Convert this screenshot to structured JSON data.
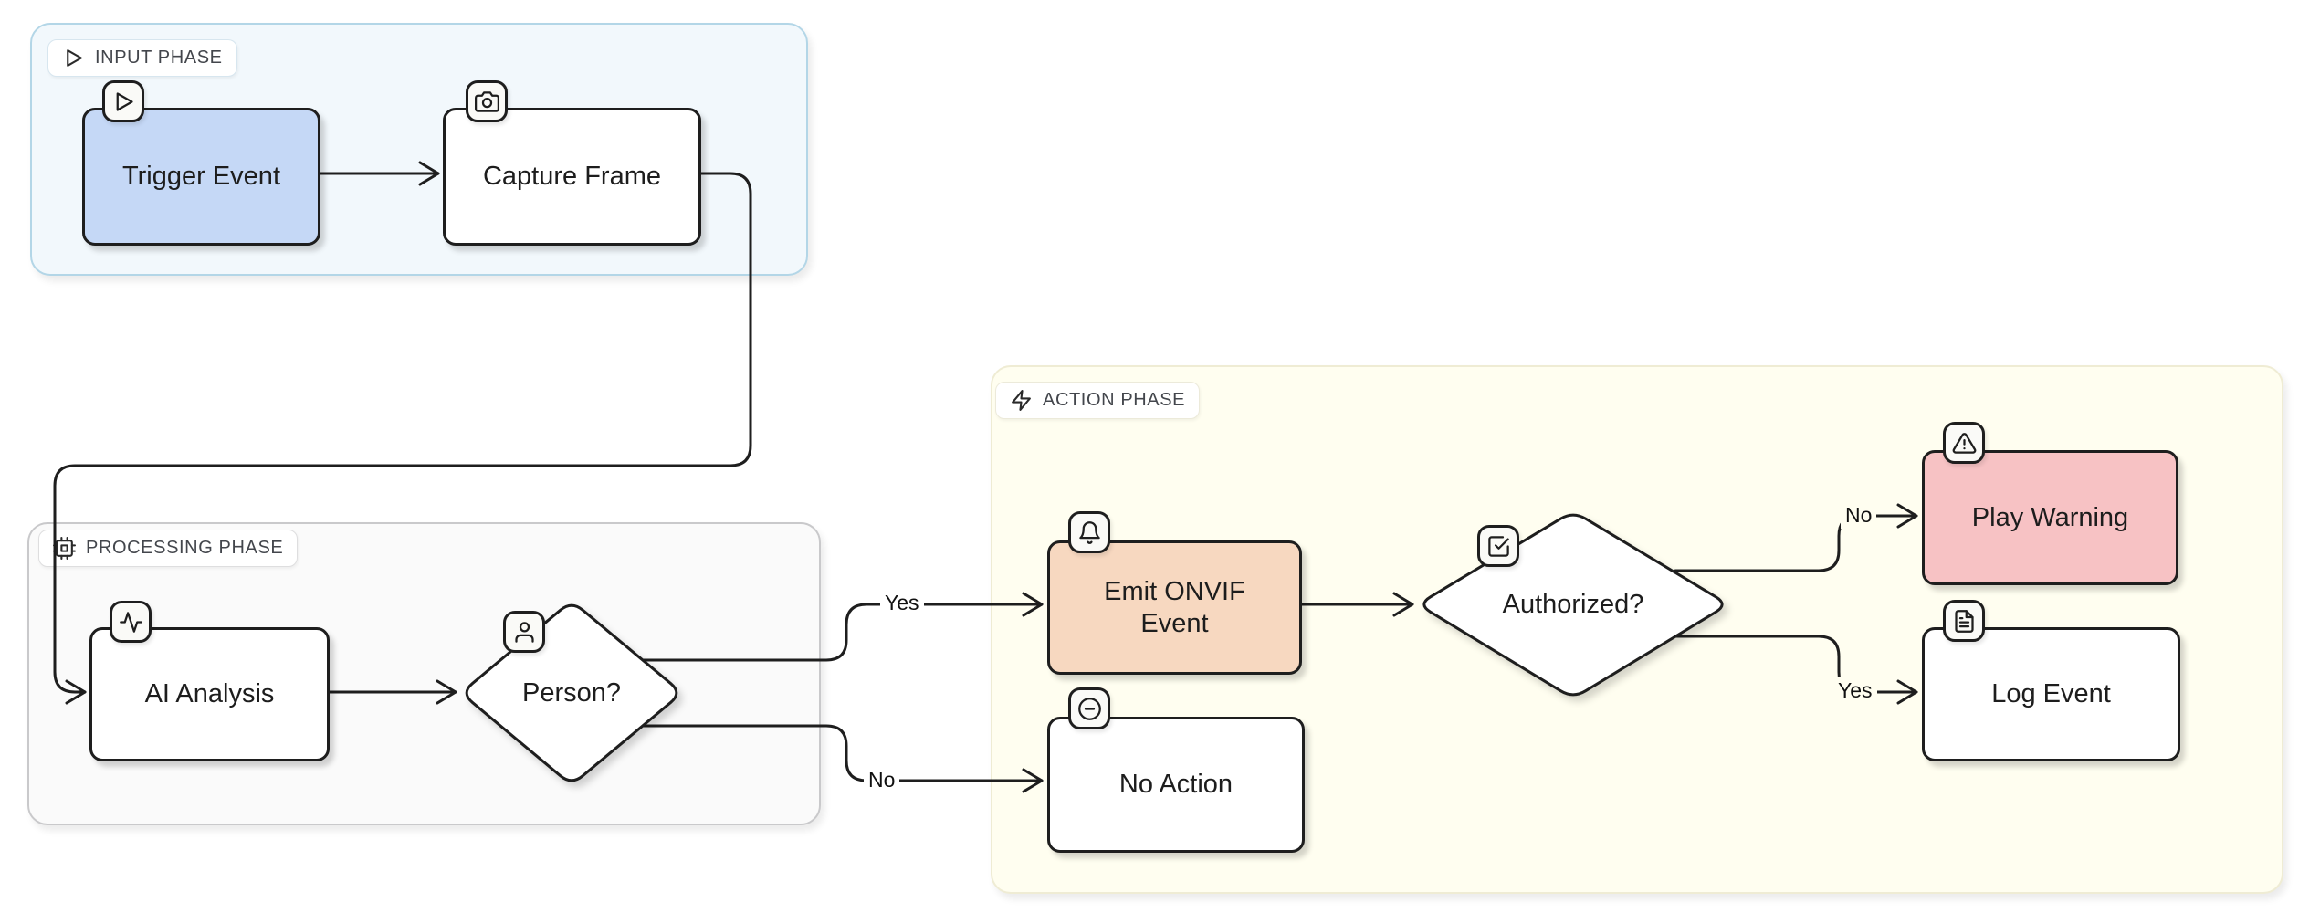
{
  "phases": {
    "input": {
      "label": "INPUT PHASE",
      "icon": "play-icon",
      "bg": "#f2f8fc",
      "border": "#b3d6e7"
    },
    "processing": {
      "label": "PROCESSING PHASE",
      "icon": "cpu-icon",
      "bg": "#fafafa",
      "border": "#c9c9cb"
    },
    "action": {
      "label": "ACTION PHASE",
      "icon": "zap-icon",
      "bg": "#fffef0",
      "border": "#efecd4"
    }
  },
  "nodes": {
    "trigger": {
      "label": "Trigger Event",
      "icon": "play-icon",
      "fill": "#c5d8f6"
    },
    "capture": {
      "label": "Capture Frame",
      "icon": "camera-icon",
      "fill": "#ffffff"
    },
    "ai": {
      "label": "AI Analysis",
      "icon": "activity-icon",
      "fill": "#ffffff"
    },
    "person": {
      "label": "Person?",
      "icon": "user-icon",
      "fill": "#ffffff",
      "shape": "diamond"
    },
    "emit": {
      "label": "Emit ONVIF Event",
      "icon": "bell-icon",
      "fill": "#f7d8c0"
    },
    "noaction": {
      "label": "No Action",
      "icon": "minus-circle-icon",
      "fill": "#ffffff"
    },
    "authorized": {
      "label": "Authorized?",
      "icon": "check-square-icon",
      "fill": "#ffffff",
      "shape": "diamond"
    },
    "warning": {
      "label": "Play Warning",
      "icon": "alert-triangle-icon",
      "fill": "#f7c2c4"
    },
    "log": {
      "label": "Log Event",
      "icon": "file-text-icon",
      "fill": "#ffffff"
    }
  },
  "edge_labels": {
    "person_yes": "Yes",
    "person_no": "No",
    "auth_no": "No",
    "auth_yes": "Yes"
  },
  "colors": {
    "stroke": "#1e1e1e",
    "canvas_bg": "#ffffff",
    "badge_bg": "#fafaf7"
  }
}
